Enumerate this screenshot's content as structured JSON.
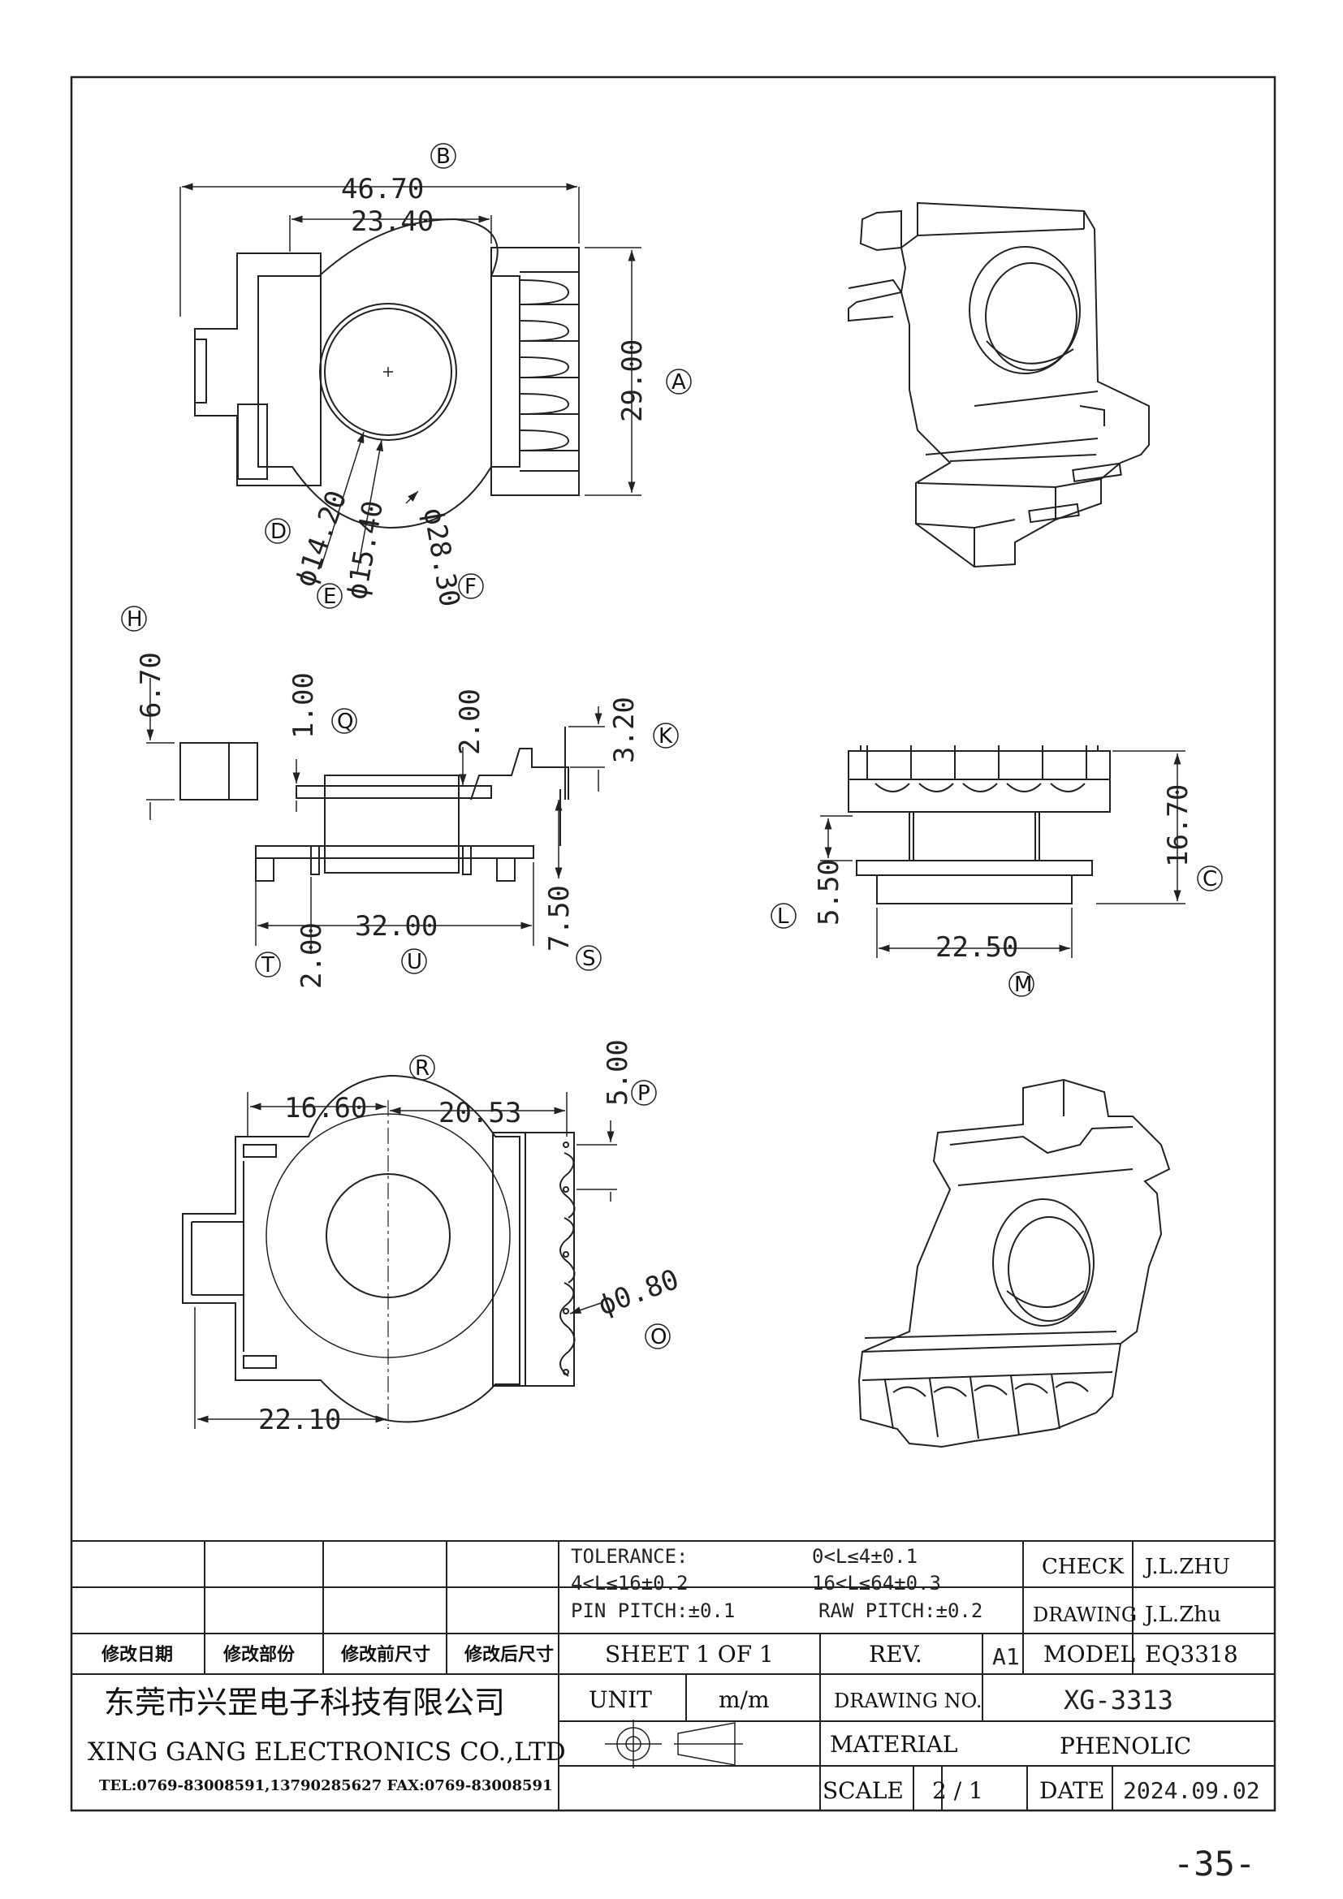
{
  "views": {
    "top": {
      "dims": {
        "overall_width": "46.70",
        "core_width": "23.40",
        "height": "29.00",
        "d_inner": "ϕ14.20",
        "d_mid": "ϕ15.40",
        "d_outer": "ϕ28.30"
      },
      "labels": {
        "a": "A",
        "b": "B",
        "d": "D",
        "e": "E",
        "f": "F"
      }
    },
    "side": {
      "dims": {
        "h_total": "6.70",
        "flange": "1.00",
        "slot": "2.00",
        "pin_top": "3.20",
        "width": "32.00",
        "standoff": "2.00",
        "base_h": "7.50"
      },
      "labels": {
        "h": "H",
        "q": "Q",
        "k": "K",
        "t": "T",
        "u": "U",
        "s": "S"
      }
    },
    "front": {
      "dims": {
        "height": "16.70",
        "lower": "5.50",
        "width": "22.50"
      },
      "labels": {
        "c": "C",
        "l": "L",
        "m": "M"
      }
    },
    "bottom": {
      "dims": {
        "left": "16.60",
        "right": "20.53",
        "pitch": "5.00",
        "pin_d": "ϕ0.80",
        "base": "22.10"
      },
      "labels": {
        "r": "R",
        "p": "P",
        "o": "O"
      }
    }
  },
  "title_block": {
    "tolerance_label": "TOLERANCE:",
    "tol_1": "0<L≤4±0.1",
    "tol_2": "4<L≤16±0.2",
    "tol_3": "16<L≤64±0.3",
    "pin_pitch": "PIN PITCH:±0.1",
    "raw_pitch": "RAW PITCH:±0.2",
    "check_label": "CHECK",
    "check_value": "J.L.ZHU",
    "drawing_label": "DRAWING",
    "drawing_value": "J.L.Zhu",
    "rev_headers": [
      "修改日期",
      "修改部份",
      "修改前尺寸",
      "修改后尺寸"
    ],
    "sheet": "SHEET  1  OF  1",
    "rev_label": "REV.",
    "rev_value": "A1",
    "model_label": "MODEL",
    "model_value": "EQ3318",
    "company_cn": "东莞市兴罡电子科技有限公司",
    "company_en": "XING GANG  ELECTRONICS CO.,LTD",
    "contact": "TEL:0769-83008591,13790285627 FAX:0769-83008591",
    "unit_label": "UNIT",
    "unit_value": "m/m",
    "drawing_no_label": "DRAWING  NO.",
    "drawing_no_value": "XG-3313",
    "material_label": "MATERIAL",
    "material_value": "PHENOLIC",
    "scale_label": "SCALE",
    "scale_value": "2  /  1",
    "date_label": "DATE",
    "date_value": "2024.09.02"
  },
  "page_number": "-35-"
}
